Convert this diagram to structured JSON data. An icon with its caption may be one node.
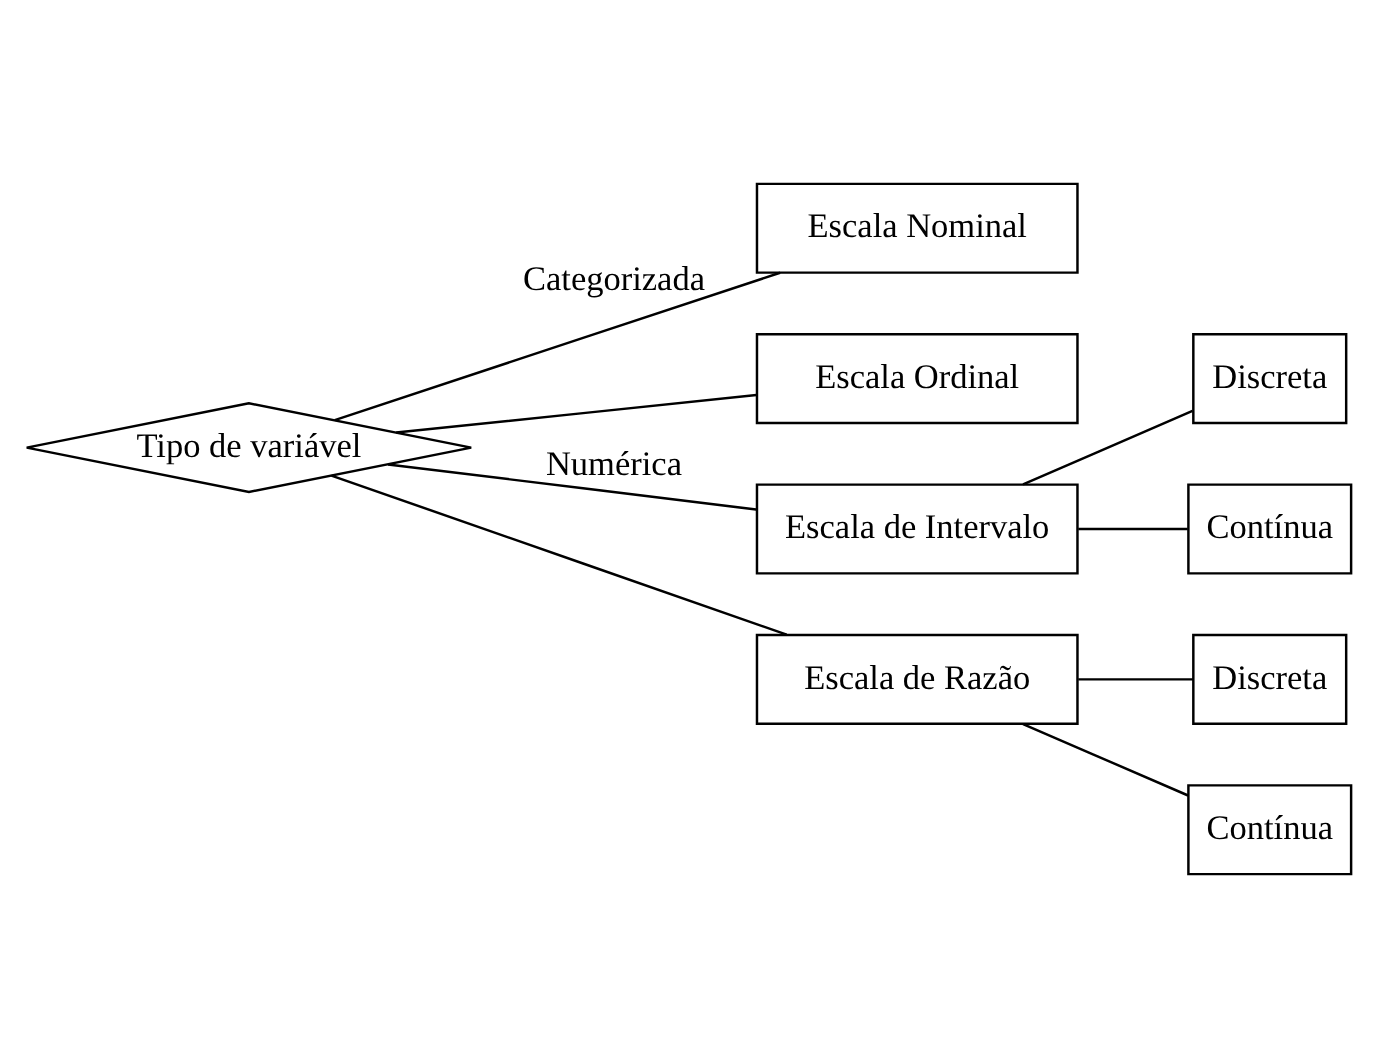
{
  "diagram": {
    "nodes": [
      {
        "text": [
          "Tipo de variável"
        ]
      },
      {
        "text": [
          "Escala Nominal"
        ]
      },
      {
        "text": [
          "Escala Ordinal"
        ]
      },
      {
        "text": [
          "Escala de Intervalo"
        ]
      },
      {
        "text": [
          "Discreta"
        ]
      },
      {
        "text": [
          "Contínua"
        ]
      },
      {
        "text": [
          "Escala de Razão"
        ]
      },
      {
        "text": [
          "Discreta"
        ]
      },
      {
        "text": [
          "Contínua"
        ]
      }
    ],
    "edges": [
      {
        "from": 0,
        "to": 1,
        "arrow": "none",
        "label": "Categorizada"
      },
      {
        "from": 0,
        "to": 2,
        "arrow": "none"
      },
      {
        "from": 0,
        "to": 3,
        "arrow": "none",
        "label": "Numérica"
      },
      {
        "from": 0,
        "to": 6,
        "arrow": "none"
      },
      {
        "from": 3,
        "to": 4,
        "arrow": "none"
      },
      {
        "from": 3,
        "to": 5,
        "arrow": "none"
      },
      {
        "from": 6,
        "to": 7,
        "arrow": "none"
      },
      {
        "from": 6,
        "to": 8,
        "arrow": "none"
      }
    ]
  }
}
